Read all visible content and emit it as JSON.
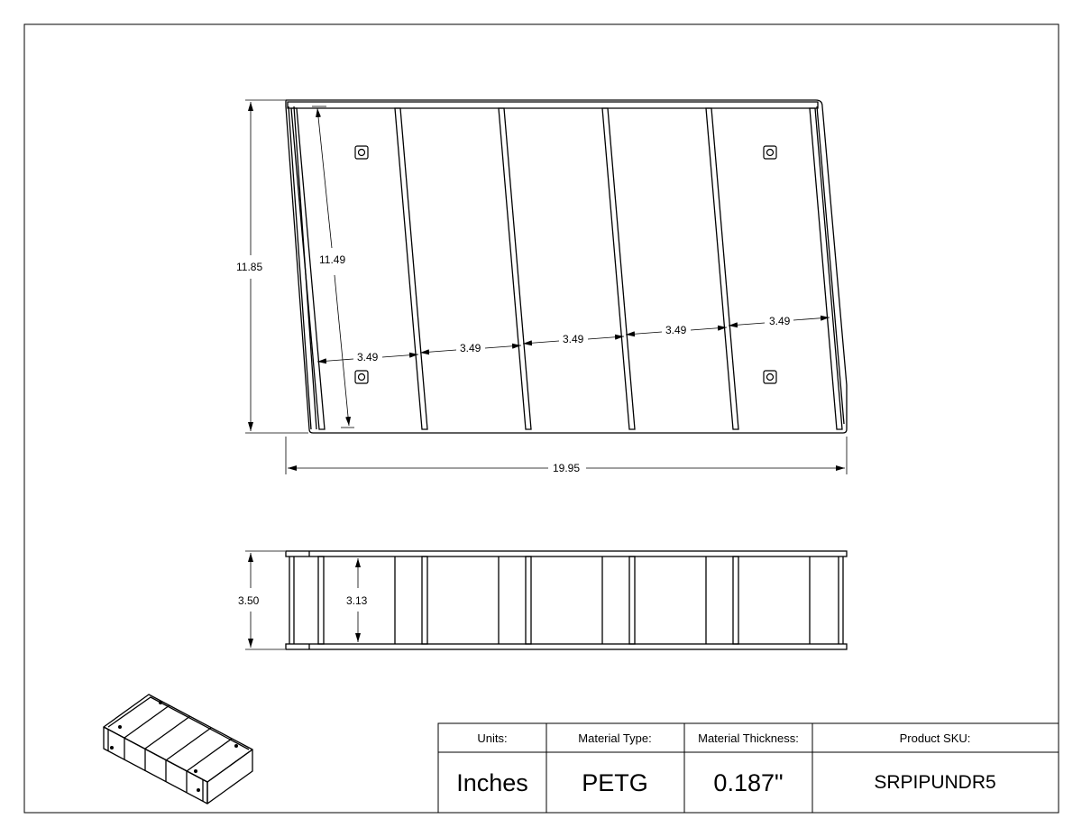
{
  "dimensions": {
    "overall_height": "11.85",
    "divider_length": "11.49",
    "spacing": [
      "3.49",
      "3.49",
      "3.49",
      "3.49",
      "3.49"
    ],
    "overall_width": "19.95",
    "side_height": "3.50",
    "inner_height": "3.13"
  },
  "title_block": {
    "units_label": "Units:",
    "units_value": "Inches",
    "material_type_label": "Material Type:",
    "material_type_value": "PETG",
    "material_thickness_label": "Material Thickness:",
    "material_thickness_value": "0.187\"",
    "sku_label": "Product SKU:",
    "sku_value": "SRPIPUNDR5"
  }
}
